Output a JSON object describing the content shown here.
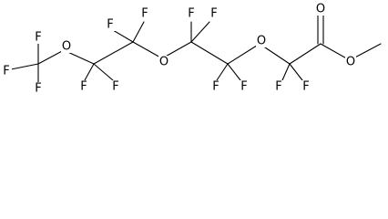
{
  "molecule": {
    "bond_color": "#000000",
    "label_color": "#000000",
    "atoms": [
      {
        "id": "F1",
        "label": "F"
      },
      {
        "id": "F2",
        "label": "F"
      },
      {
        "id": "F3",
        "label": "F"
      },
      {
        "id": "O1",
        "label": "O"
      },
      {
        "id": "F4",
        "label": "F"
      },
      {
        "id": "F5",
        "label": "F"
      },
      {
        "id": "F6",
        "label": "F"
      },
      {
        "id": "F7",
        "label": "F"
      },
      {
        "id": "O2",
        "label": "O"
      },
      {
        "id": "F8",
        "label": "F"
      },
      {
        "id": "F9",
        "label": "F"
      },
      {
        "id": "F10",
        "label": "F"
      },
      {
        "id": "F11",
        "label": "F"
      },
      {
        "id": "O3",
        "label": "O"
      },
      {
        "id": "F12",
        "label": "F"
      },
      {
        "id": "F13",
        "label": "F"
      },
      {
        "id": "O4",
        "label": "O"
      },
      {
        "id": "O5",
        "label": "O"
      }
    ]
  }
}
